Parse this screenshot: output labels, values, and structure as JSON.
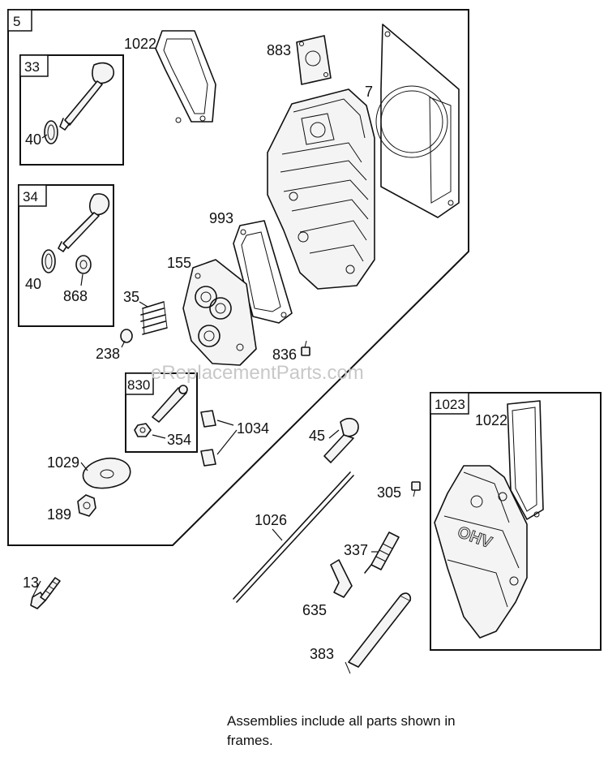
{
  "watermark": "eReplacementParts.com",
  "frames": {
    "main": "5",
    "f33": "33",
    "f34": "34",
    "f830": "830",
    "f1023": "1023"
  },
  "labels": {
    "l1022a": "1022",
    "l883": "883",
    "l7": "7",
    "l40a": "40",
    "l40b": "40",
    "l868": "868",
    "l993": "993",
    "l155": "155",
    "l35": "35",
    "l238": "238",
    "l836": "836",
    "l354": "354",
    "l1034": "1034",
    "l1029": "1029",
    "l189": "189",
    "l45": "45",
    "l1022b": "1022",
    "l305": "305",
    "l1026": "1026",
    "l337": "337",
    "l13": "13",
    "l635": "635",
    "l383": "383"
  },
  "cover_text": "OHV",
  "footnote": {
    "line1": "Assemblies include all parts shown in",
    "line2": "frames."
  }
}
